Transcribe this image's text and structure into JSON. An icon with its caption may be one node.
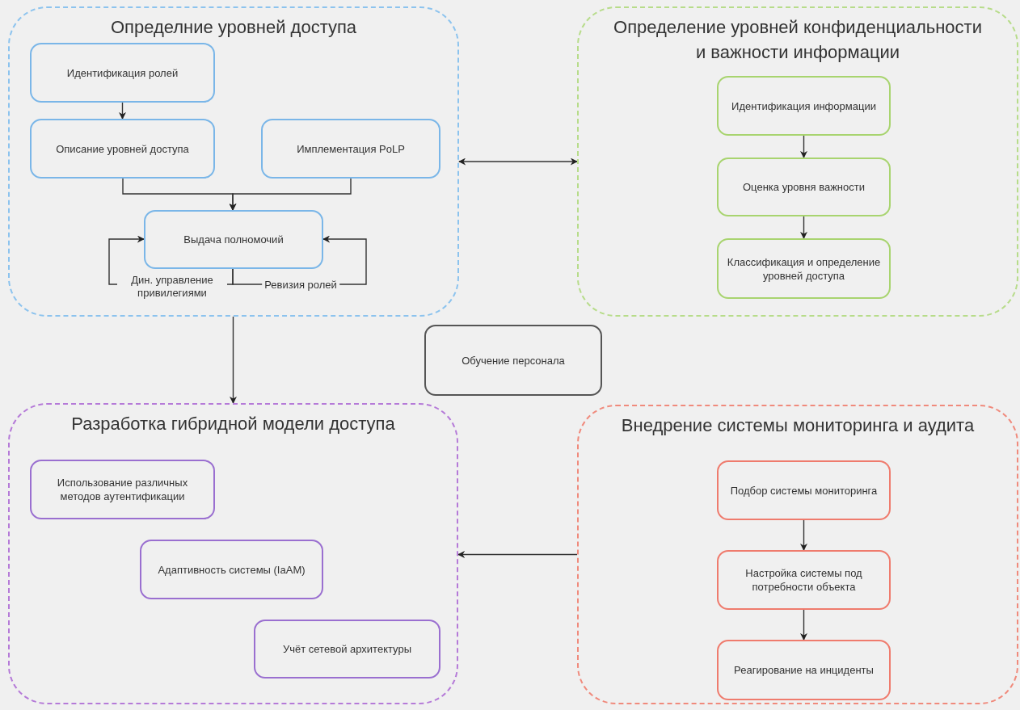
{
  "diagram": {
    "nodes": [
      {
        "text": [
          "Определние уровней доступа"
        ]
      },
      {
        "text": [
          "Идентификация ролей"
        ],
        "in": 0
      },
      {
        "text": [
          "Описание уровней доступа"
        ],
        "in": 0
      },
      {
        "text": [
          "Имплементация PoLP"
        ],
        "in": 0
      },
      {
        "text": [
          "Выдача полномочий"
        ],
        "in": 0
      },
      {
        "text": [
          "Определение уровней конфиденциальности и важности информации"
        ]
      },
      {
        "text": [
          "Идентификация информации"
        ],
        "in": 5
      },
      {
        "text": [
          "Оценка уровня важности"
        ],
        "in": 5
      },
      {
        "text": [
          "Классификация и определение уровней доступа"
        ],
        "in": 5
      },
      {
        "text": [
          "Обучение персонала"
        ]
      },
      {
        "text": [
          "Разработка гибридной модели доступа"
        ]
      },
      {
        "text": [
          "Использование различных методов аутентификации"
        ],
        "in": 10
      },
      {
        "text": [
          "Адаптивность системы (IaAM)"
        ],
        "in": 10
      },
      {
        "text": [
          "Учёт сетевой архитектуры"
        ],
        "in": 10
      },
      {
        "text": [
          "Внедрение системы мониторинга и аудита"
        ]
      },
      {
        "text": [
          "Подбор системы мониторинга"
        ],
        "in": 14
      },
      {
        "text": [
          "Настройка системы под потребности объекта"
        ],
        "in": 14
      },
      {
        "text": [
          "Реагирование на инциденты"
        ],
        "in": 14
      }
    ],
    "edges": [
      {
        "from": 1,
        "to": 2,
        "arrow": "to"
      },
      {
        "from": 2,
        "to": 4,
        "arrow": "to"
      },
      {
        "from": 3,
        "to": 4,
        "arrow": "to"
      },
      {
        "from": 4,
        "to": 4,
        "arrow": "to",
        "label": "Дин. управление привилегиями"
      },
      {
        "from": 4,
        "to": 4,
        "arrow": "to",
        "label": "Ревизия ролей"
      },
      {
        "from": 0,
        "to": 5,
        "arrow": "both"
      },
      {
        "from": 6,
        "to": 7,
        "arrow": "to"
      },
      {
        "from": 7,
        "to": 8,
        "arrow": "to"
      },
      {
        "from": 0,
        "to": 10,
        "arrow": "to"
      },
      {
        "from": 14,
        "to": 10,
        "arrow": "to"
      },
      {
        "from": 15,
        "to": 16,
        "arrow": "to"
      },
      {
        "from": 16,
        "to": 17,
        "arrow": "to"
      }
    ]
  }
}
